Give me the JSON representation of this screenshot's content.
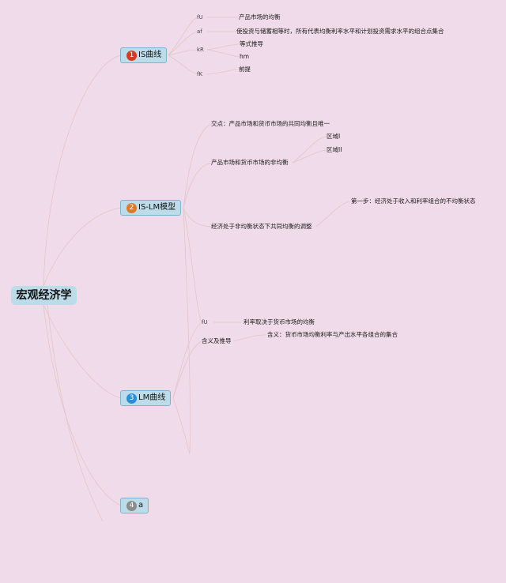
{
  "root": {
    "label": "宏观经济学"
  },
  "branches": [
    {
      "number": "1",
      "label": "IS曲线",
      "badge_color": "#d63a24",
      "keys": [
        "fU",
        "af",
        "kR",
        "fK"
      ],
      "items": [
        "产品市场的均衡",
        "使投资与储蓄相等时，所有代表均衡利率水平和计划投资需求水平的组合点集合",
        "等式推导",
        "hm",
        "前提"
      ]
    },
    {
      "number": "2",
      "label": "IS-LM模型",
      "badge_color": "#e0782a",
      "items": [
        "交点：产品市场和货币市场的共同均衡且唯一",
        "区域I",
        "区域II",
        "产品市场和货币市场的非均衡",
        "第一步：经济处于收入和利率组合的不均衡状态",
        "经济处于非均衡状态下共同均衡的调整"
      ]
    },
    {
      "number": "3",
      "label": "LM曲线",
      "badge_color": "#2a8fd6",
      "keys": [
        "fU"
      ],
      "items": [
        "利率取决于货币市场的均衡",
        "含义及推导",
        "含义：货币市场均衡利率与产出水平各组合的集合"
      ]
    },
    {
      "number": "4",
      "label": "a",
      "badge_color": "#8c8c8c"
    }
  ],
  "colors": {
    "background": "#efdbe9",
    "node_fill": "#bcdcea",
    "link": "#e6c9c9"
  }
}
